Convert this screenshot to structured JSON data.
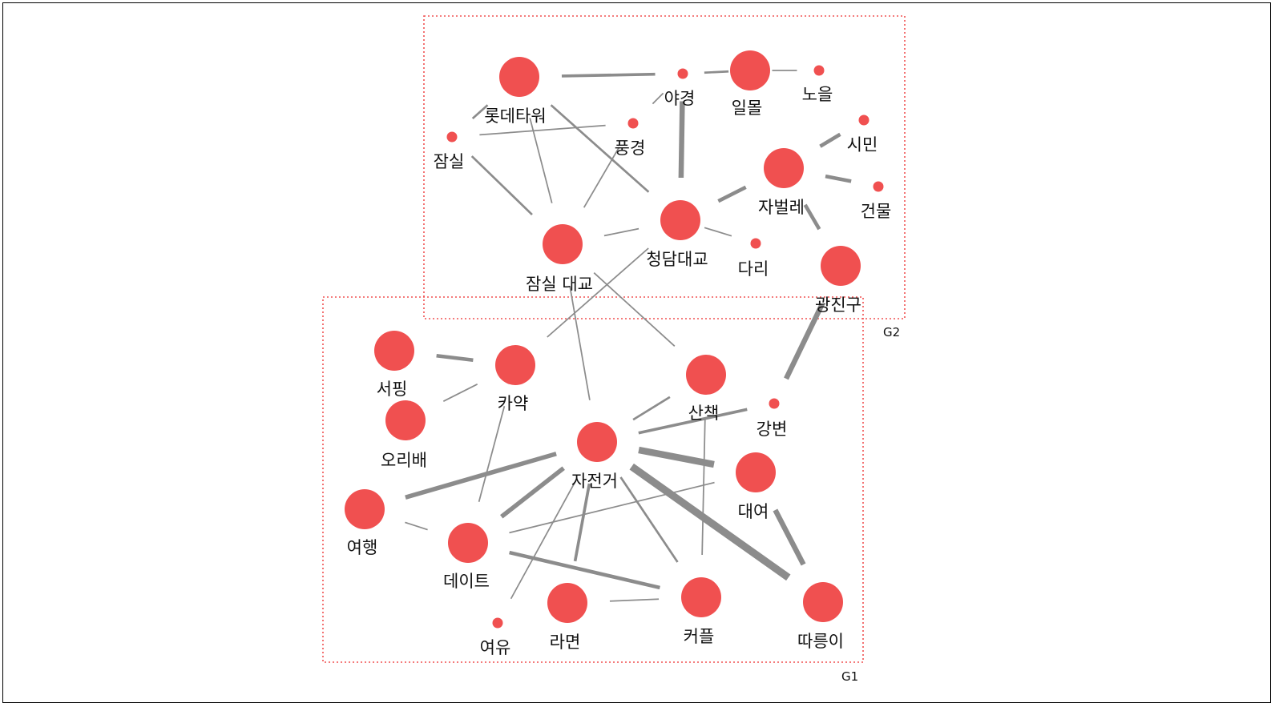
{
  "colors": {
    "node": "#f05050",
    "edge": "#8c8c8c",
    "group_box": "#f05050"
  },
  "groups": [
    {
      "id": "G2",
      "label": "G2"
    },
    {
      "id": "G1",
      "label": "G1"
    }
  ],
  "nodes": [
    {
      "id": "lotte",
      "label": "롯데타워",
      "size": "large"
    },
    {
      "id": "yakyung",
      "label": "야경",
      "size": "small"
    },
    {
      "id": "ilmol",
      "label": "일몰",
      "size": "large"
    },
    {
      "id": "noeul",
      "label": "노을",
      "size": "small"
    },
    {
      "id": "jamsil",
      "label": "잠실",
      "size": "small"
    },
    {
      "id": "pung",
      "label": "풍경",
      "size": "small"
    },
    {
      "id": "simin",
      "label": "시민",
      "size": "small"
    },
    {
      "id": "jabeolle",
      "label": "자벌레",
      "size": "large"
    },
    {
      "id": "geonmul",
      "label": "건물",
      "size": "small"
    },
    {
      "id": "cheongdam",
      "label": "청담대교",
      "size": "large"
    },
    {
      "id": "jamsilbr",
      "label": "잠실 대교",
      "size": "large"
    },
    {
      "id": "dari",
      "label": "다리",
      "size": "small"
    },
    {
      "id": "gwangjin",
      "label": "광진구",
      "size": "large"
    },
    {
      "id": "seoping",
      "label": "서핑",
      "size": "large"
    },
    {
      "id": "kayak",
      "label": "카약",
      "size": "large"
    },
    {
      "id": "oribae",
      "label": "오리배",
      "size": "large"
    },
    {
      "id": "sanchaek",
      "label": "산책",
      "size": "large"
    },
    {
      "id": "gangbyeon",
      "label": "강변",
      "size": "small"
    },
    {
      "id": "jajeongeo",
      "label": "자전거",
      "size": "large"
    },
    {
      "id": "daeyeo",
      "label": "대여",
      "size": "large"
    },
    {
      "id": "yeohaeng",
      "label": "여행",
      "size": "large"
    },
    {
      "id": "date",
      "label": "데이트",
      "size": "large"
    },
    {
      "id": "ramyeon",
      "label": "라면",
      "size": "large"
    },
    {
      "id": "yeoyu",
      "label": "여유",
      "size": "small"
    },
    {
      "id": "couple",
      "label": "커플",
      "size": "large"
    },
    {
      "id": "ttareungi",
      "label": "따릉이",
      "size": "large"
    }
  ],
  "edges": [
    {
      "source": "lotte",
      "target": "yakyung",
      "weight": 3
    },
    {
      "source": "yakyung",
      "target": "ilmol",
      "weight": 2
    },
    {
      "source": "ilmol",
      "target": "noeul",
      "weight": 1
    },
    {
      "source": "yakyung",
      "target": "cheongdam",
      "weight": 6
    },
    {
      "source": "yakyung",
      "target": "pung",
      "weight": 1
    },
    {
      "source": "lotte",
      "target": "jamsil",
      "weight": 2
    },
    {
      "source": "lotte",
      "target": "jamsilbr",
      "weight": 1
    },
    {
      "source": "lotte",
      "target": "cheongdam",
      "weight": 2
    },
    {
      "source": "jamsil",
      "target": "pung",
      "weight": 1
    },
    {
      "source": "jamsil",
      "target": "jamsilbr",
      "weight": 2
    },
    {
      "source": "pung",
      "target": "jamsilbr",
      "weight": 1
    },
    {
      "source": "jabeolle",
      "target": "simin",
      "weight": 4
    },
    {
      "source": "jabeolle",
      "target": "geonmul",
      "weight": 4
    },
    {
      "source": "jabeolle",
      "target": "cheongdam",
      "weight": 4
    },
    {
      "source": "jabeolle",
      "target": "gwangjin",
      "weight": 4
    },
    {
      "source": "cheongdam",
      "target": "dari",
      "weight": 1
    },
    {
      "source": "cheongdam",
      "target": "jamsilbr",
      "weight": 1
    },
    {
      "source": "cheongdam",
      "target": "kayak",
      "weight": 1
    },
    {
      "source": "jamsilbr",
      "target": "jajeongeo",
      "weight": 1
    },
    {
      "source": "jamsilbr",
      "target": "sanchaek",
      "weight": 1
    },
    {
      "source": "gwangjin",
      "target": "gangbyeon",
      "weight": 6
    },
    {
      "source": "seoping",
      "target": "kayak",
      "weight": 4
    },
    {
      "source": "oribae",
      "target": "kayak",
      "weight": 1
    },
    {
      "source": "kayak",
      "target": "date",
      "weight": 1
    },
    {
      "source": "sanchaek",
      "target": "jajeongeo",
      "weight": 2
    },
    {
      "source": "sanchaek",
      "target": "couple",
      "weight": 1
    },
    {
      "source": "gangbyeon",
      "target": "jajeongeo",
      "weight": 3
    },
    {
      "source": "jajeongeo",
      "target": "daeyeo",
      "weight": 8
    },
    {
      "source": "jajeongeo",
      "target": "yeohaeng",
      "weight": 5
    },
    {
      "source": "jajeongeo",
      "target": "date",
      "weight": 5
    },
    {
      "source": "jajeongeo",
      "target": "ramyeon",
      "weight": 3
    },
    {
      "source": "jajeongeo",
      "target": "couple",
      "weight": 2
    },
    {
      "source": "jajeongeo",
      "target": "ttareungi",
      "weight": 9
    },
    {
      "source": "jajeongeo",
      "target": "yeoyu",
      "weight": 1
    },
    {
      "source": "daeyeo",
      "target": "ttareungi",
      "weight": 6
    },
    {
      "source": "daeyeo",
      "target": "date",
      "weight": 1
    },
    {
      "source": "yeohaeng",
      "target": "date",
      "weight": 1
    },
    {
      "source": "date",
      "target": "couple",
      "weight": 4
    },
    {
      "source": "ramyeon",
      "target": "couple",
      "weight": 1
    }
  ]
}
